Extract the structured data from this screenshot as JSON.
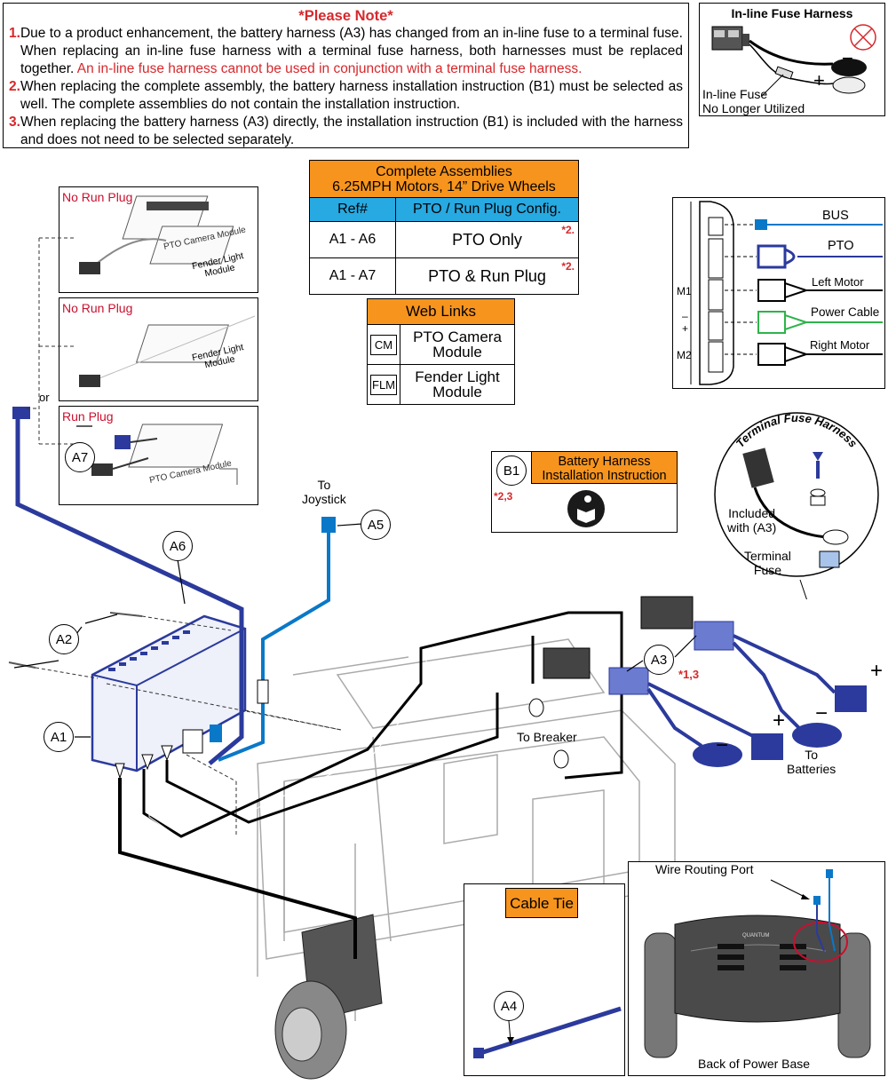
{
  "note": {
    "title": "*Please Note*",
    "items": [
      {
        "num": "1.",
        "text": "Due to a product enhancement, the battery harness (A3) has changed from an in-line fuse to a terminal fuse. When replacing an in-line fuse harness with a terminal fuse harness, both harnesses must be replaced together. ",
        "red": "An in-line fuse harness cannot be used in conjunction with a terminal fuse harness."
      },
      {
        "num": "2.",
        "text": "When replacing the complete assembly, the battery harness installation instruction (B1) must be selected as well. The complete assemblies do not contain the installation instruction."
      },
      {
        "num": "3.",
        "text": "When replacing the battery harness (A3) directly, the installation instruction (B1) is included with the harness and does not need to be selected separately."
      }
    ]
  },
  "inline_fuse": {
    "title": "In-line Fuse Harness",
    "label_line1": "In-line Fuse",
    "label_line2": "No Longer Utilized",
    "plus": "+",
    "minus": "−"
  },
  "assemblies": {
    "title_line1": "Complete Assemblies",
    "title_line2": "6.25MPH Motors, 14” Drive Wheels",
    "col_ref": "Ref#",
    "col_config": "PTO / Run Plug Config.",
    "rows": [
      {
        "ref": "A1 - A6",
        "config": "PTO Only",
        "note": "*2."
      },
      {
        "ref": "A1 - A7",
        "config": "PTO & Run Plug",
        "note": "*2."
      }
    ]
  },
  "weblinks": {
    "title": "Web Links",
    "rows": [
      {
        "code": "CM",
        "label_line1": "PTO Camera",
        "label_line2": "Module"
      },
      {
        "code": "FLM",
        "label_line1": "Fender Light",
        "label_line2": "Module"
      }
    ]
  },
  "controller": {
    "bus": "BUS",
    "pto": "PTO",
    "left_motor": "Left Motor",
    "power_cable": "Power Cable",
    "right_motor": "Right Motor",
    "m1": "M1",
    "m2": "M2",
    "minus": "–",
    "plus": "+"
  },
  "panels": [
    {
      "caption": "No Run Plug",
      "module1": "PTO Camera Module",
      "module2_line1": "Fender Light",
      "module2_line2": "Module"
    },
    {
      "caption": "No Run Plug",
      "module1_line1": "Fender Light",
      "module1_line2": "Module"
    },
    {
      "caption": "Run Plug",
      "callout": "A7",
      "module1": "PTO Camera Module"
    }
  ],
  "or_label": "or",
  "b1": {
    "ref": "B1",
    "title_line1": "Battery Harness",
    "title_line2": "Installation Instruction",
    "note": "*2,3"
  },
  "terminal_fuse": {
    "title": "Terminal Fuse Harness",
    "included_line1": "Included",
    "included_line2": "with (A3)",
    "fuse_line1": "Terminal",
    "fuse_line2": "Fuse"
  },
  "callouts": {
    "a1": "A1",
    "a2": "A2",
    "a3": "A3",
    "a4": "A4",
    "a5": "A5",
    "a6": "A6"
  },
  "a3_note": "*1,3",
  "labels": {
    "to_joystick_line1": "To",
    "to_joystick_line2": "Joystick",
    "to_breaker": "To Breaker",
    "to_batteries_line1": "To",
    "to_batteries_line2": "Batteries",
    "plus": "+",
    "minus": "−"
  },
  "cable_tie": {
    "title": "Cable Tie",
    "callout": "A4"
  },
  "power_base": {
    "wire_port": "Wire Routing Port",
    "caption": "Back of Power Base",
    "brand": "QUANTUM"
  },
  "colors": {
    "navy": "#2b3a9c",
    "blue": "#0a78c8",
    "green": "#2eb34a",
    "orange": "#f7941d",
    "cyan": "#27a9e1",
    "red": "#d6282c"
  }
}
